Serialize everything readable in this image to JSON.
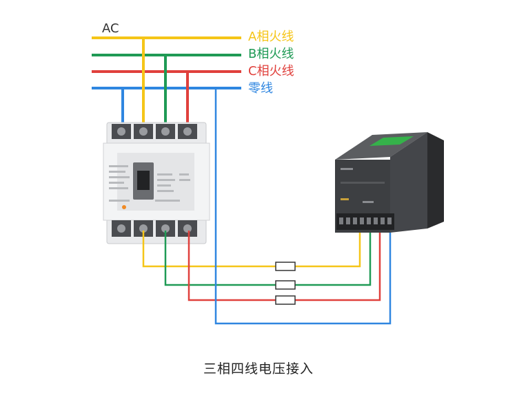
{
  "labels": {
    "ac": "AC",
    "phase_a": "A相火线",
    "phase_b": "B相火线",
    "phase_c": "C相火线",
    "neutral": "零线"
  },
  "caption": "三相四线电压接入",
  "colors": {
    "phase_a": "#f5c518",
    "phase_b": "#1f9a55",
    "phase_c": "#e0403c",
    "neutral": "#2f86e0"
  }
}
